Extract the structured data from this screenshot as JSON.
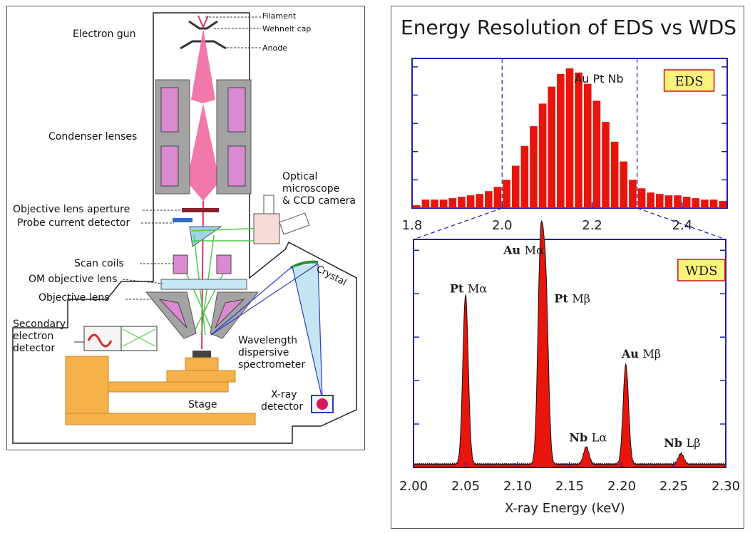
{
  "diagram": {
    "labels": {
      "filament": "Filament",
      "wehnelt": "Wehnelt cap",
      "anode": "Anode",
      "electron_gun": "Electron gun",
      "condenser": "Condenser lenses",
      "optical1": "Optical",
      "optical2": "microscope",
      "optical3": "& CCD camera",
      "obj_aperture": "Objective lens aperture",
      "probe": "Probe current detector",
      "scan": "Scan coils",
      "om_lens": "OM objective lens",
      "obj_lens": "Objective lens",
      "se1": "Secondary",
      "se2": "electron",
      "se3": "detector",
      "wds1": "Wavelength",
      "wds2": "dispersive",
      "wds3": "spectrometer",
      "crystal": "Crystal",
      "stage": "Stage",
      "xray1": "X-ray",
      "xray2": "detector"
    },
    "colors": {
      "beam": "#f06aa0",
      "lens_gray": "#a3a3a3",
      "coil": "#d98ad0",
      "stage": "#f5b24a",
      "ray_green": "#4ec94e",
      "ray_blue": "#2b3cc8",
      "ray_lightblue": "#9fd3ea"
    }
  },
  "chart_title": "Energy Resolution of EDS vs WDS",
  "x_axis_label": "X-ray Energy (keV)",
  "chart_data": [
    {
      "type": "bar",
      "badge": "EDS",
      "annotation": "Au  Pt  Nb",
      "xlim": [
        1.8,
        2.5
      ],
      "ylim": [
        0,
        1.06
      ],
      "xticks": [
        "1.8",
        "2.0",
        "2.2",
        "2.4"
      ],
      "x": [
        1.8,
        1.82,
        1.84,
        1.86,
        1.88,
        1.9,
        1.92,
        1.94,
        1.96,
        1.98,
        2.0,
        2.02,
        2.04,
        2.06,
        2.08,
        2.1,
        2.12,
        2.14,
        2.16,
        2.18,
        2.2,
        2.22,
        2.24,
        2.26,
        2.28,
        2.3,
        2.32,
        2.34,
        2.36,
        2.38,
        2.4,
        2.42,
        2.44,
        2.46,
        2.48
      ],
      "values": [
        0.02,
        0.06,
        0.06,
        0.06,
        0.07,
        0.08,
        0.09,
        0.1,
        0.12,
        0.15,
        0.2,
        0.3,
        0.44,
        0.58,
        0.74,
        0.86,
        0.95,
        0.99,
        0.96,
        0.88,
        0.76,
        0.61,
        0.47,
        0.33,
        0.2,
        0.14,
        0.11,
        0.1,
        0.09,
        0.09,
        0.08,
        0.07,
        0.06,
        0.06,
        0.05
      ],
      "color": "#e8150d",
      "guides": [
        2.0,
        2.3
      ]
    },
    {
      "type": "area",
      "badge": "WDS",
      "xlim": [
        2.0,
        2.3
      ],
      "ylim": [
        0,
        1.05
      ],
      "xticks": [
        "2.00",
        "2.05",
        "2.10",
        "2.15",
        "2.20",
        "2.25",
        "2.30"
      ],
      "color": "#e8150d",
      "peaks": [
        {
          "element": "Pt",
          "line": "Mα",
          "energy": 2.05,
          "height": 0.78
        },
        {
          "element": "Au",
          "line": "Mα",
          "energy": 2.122,
          "height": 0.95
        },
        {
          "element": "Pt",
          "line": "Mβ",
          "energy": 2.127,
          "height": 0.78
        },
        {
          "element": "Au",
          "line": "Mβ",
          "energy": 2.204,
          "height": 0.46
        },
        {
          "element": "Nb",
          "line": "Lα",
          "energy": 2.166,
          "height": 0.08
        },
        {
          "element": "Nb",
          "line": "Lβ",
          "energy": 2.257,
          "height": 0.05
        }
      ]
    }
  ]
}
